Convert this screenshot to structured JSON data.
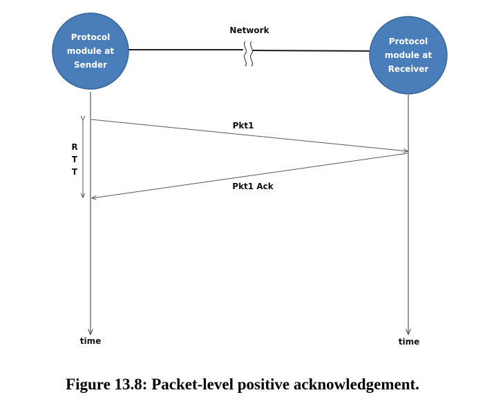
{
  "sender": {
    "lines": [
      "Protocol",
      "module at",
      "Sender"
    ]
  },
  "receiver": {
    "lines": [
      "Protocol",
      "module at",
      "Receiver"
    ]
  },
  "network_label": "Network",
  "packet_label": "Pkt1",
  "ack_label": "Pkt1 Ack",
  "rtt_letters": [
    "R",
    "T",
    "T"
  ],
  "time_labels": {
    "sender": "time",
    "receiver": "time"
  },
  "caption": "Figure 13.8: Packet-level positive acknowledgement.",
  "colors": {
    "node_fill": "#4a7ebb",
    "node_stroke": "#3a6395",
    "node_text": "#ffffff",
    "line": "#555555"
  }
}
